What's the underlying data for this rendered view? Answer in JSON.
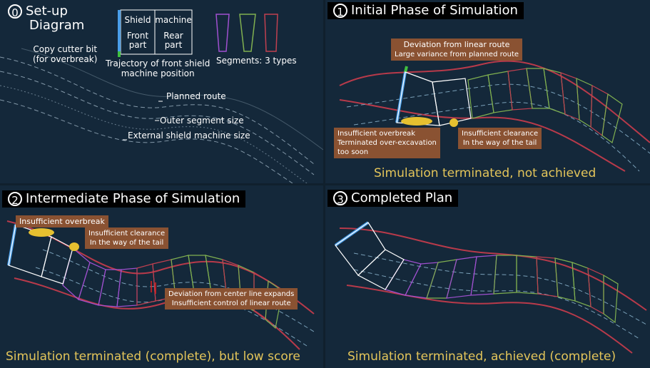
{
  "panels": {
    "setup": {
      "num": "0",
      "title_line1": "Set-up",
      "title_line2": "Diagram",
      "legend": {
        "shield": "Shield",
        "machine": "machine",
        "front_part": "Front part",
        "rear_part": "Rear part"
      },
      "segments_label": "Segments: 3 types",
      "copy_cutter": "Copy cutter bit\n(for overbreak)",
      "trajectory": "Trajectory of front shield\nmachine position",
      "planned_route": "Planned route",
      "outer_segment": "Outer segment size",
      "external_size": "External shield machine size"
    },
    "initial": {
      "num": "1",
      "title": "Initial Phase of Simulation",
      "note_deviation_line1": "Deviation from linear route",
      "note_deviation_line2": "Large variance from planned route",
      "note_overbreak_line1": "Insufficient overbreak",
      "note_overbreak_line2": "Terminated over-excavation",
      "note_overbreak_line3": "too soon",
      "note_clearance_line1": "Insufficient clearance",
      "note_clearance_line2": "In the way of the tail",
      "result": "Simulation terminated, not achieved"
    },
    "intermediate": {
      "num": "2",
      "title": "Intermediate Phase of Simulation",
      "note_overbreak": "Insufficient overbreak",
      "note_clearance_line1": "Insufficient clearance",
      "note_clearance_line2": "In the way of the tail",
      "note_deviation_line1": "Deviation from center line expands",
      "note_deviation_line2": "Insufficient control of linear route",
      "result": "Simulation terminated (complete), but low score"
    },
    "completed": {
      "num": "3",
      "title": "Completed Plan",
      "result": "Simulation terminated, achieved (complete)"
    }
  },
  "colors": {
    "shield": "#4a9ee8",
    "route_red": "#b83a4a",
    "dash": "#7aa0b8",
    "segment_purple": "#a050d0",
    "segment_green": "#80b050",
    "segment_red": "#c04050",
    "highlight": "#e6c030",
    "note_bg": "#8a5232",
    "result_text": "#e3c55a"
  }
}
